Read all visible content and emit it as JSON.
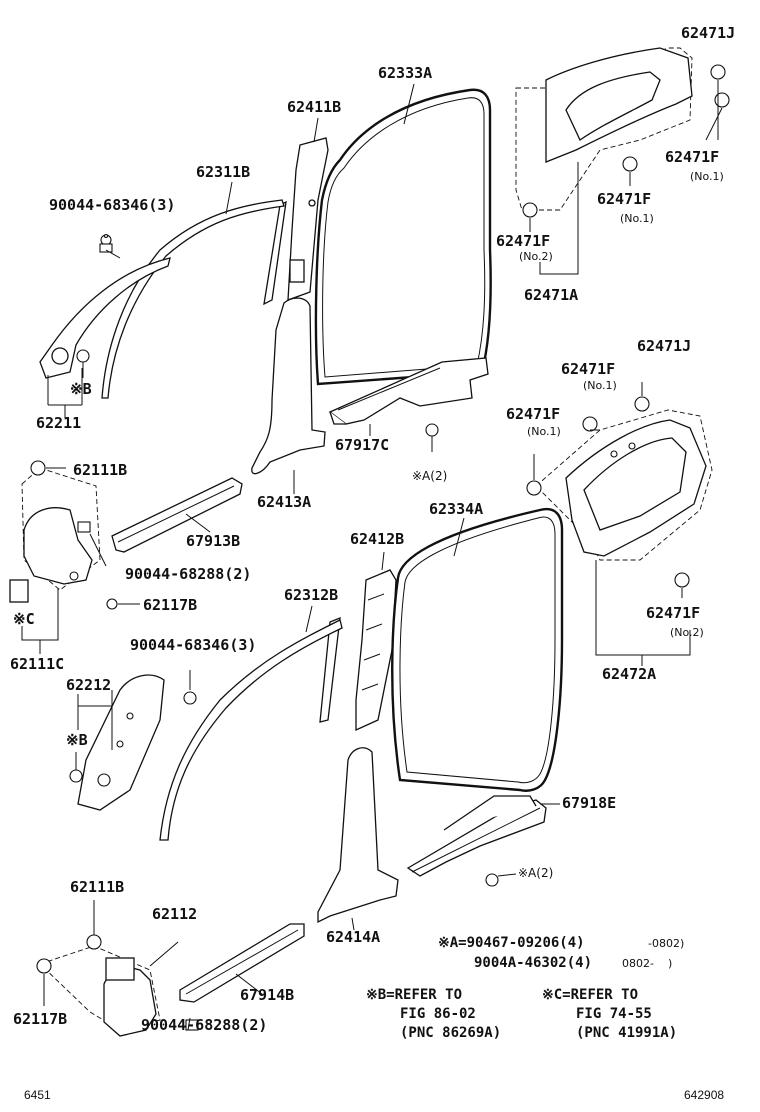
{
  "labels": {
    "p62471J_top": "62471J",
    "p62333A": "62333A",
    "p62411B": "62411B",
    "p62311B": "62311B",
    "p90044_68346_top": "90044-68346(3)",
    "p62471F_r1": "62471F",
    "no1_r1": "(No.1)",
    "p62471F_r2": "62471F",
    "no1_r2": "(No.1)",
    "p62471F_r3": "62471F",
    "no2_r3": "(No.2)",
    "p62471A": "62471A",
    "p62471J_mid": "62471J",
    "p62471F_m1": "62471F",
    "no1_m1": "(No.1)",
    "p62471F_m2": "62471F",
    "no1_m2": "(No.1)",
    "p62211": "62211",
    "markB_top": "※B",
    "p67917C": "67917C",
    "markA_mid": "※A(2)",
    "p62111B_top": "62111B",
    "p62413A": "62413A",
    "p62334A": "62334A",
    "p67913B": "67913B",
    "p62412B": "62412B",
    "p90044_68288_mid": "90044-68288(2)",
    "p62117B_mid": "62117B",
    "markC": "※C",
    "p62312B": "62312B",
    "p62471F_m3": "62471F",
    "no2_m3": "(No.2)",
    "p90044_68346_mid": "90044-68346(3)",
    "p62111C": "62111C",
    "p62472A": "62472A",
    "p62212": "62212",
    "markB_mid": "※B",
    "p67918E": "67918E",
    "markA_low": "※A(2)",
    "p62111B_low": "62111B",
    "p62112": "62112",
    "p62414A": "62414A",
    "p67914B": "67914B",
    "p62117B_low": "62117B",
    "p90044_68288_low": "90044-68288(2)"
  },
  "notes": {
    "a_line1": "※A=90467-09206(4)",
    "a_line1_range": "-0802)",
    "a_line2": "9004A-46302(4)",
    "a_line2_range": "0802-    )",
    "b_line1": "※B=REFER TO",
    "b_line2": "FIG 86-02",
    "b_line3": "(PNC 86269A)",
    "c_line1": "※C=REFER TO",
    "c_line2": "FIG 74-55",
    "c_line3": "(PNC 41991A)"
  },
  "footer": {
    "left": "6451",
    "right": "642908"
  }
}
